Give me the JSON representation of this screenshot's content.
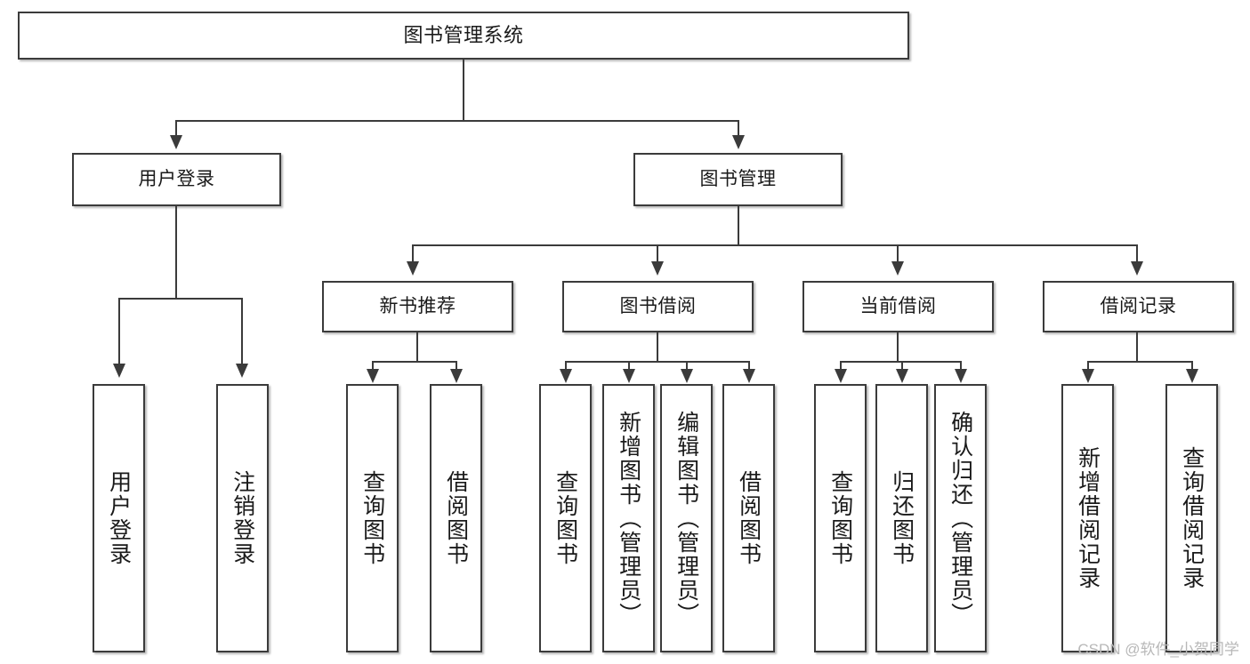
{
  "diagram": {
    "title": "图书管理系统",
    "type": "hierarchy-tree",
    "watermark": "CSDN @软件_小贺同学",
    "colors": {
      "stroke": "#3b3b3b",
      "fill": "#ffffff",
      "text": "#1a1a1a",
      "watermark": "#b8b8b8"
    },
    "nodes": {
      "root": {
        "label": "图书管理系统",
        "level": 1
      },
      "l2": [
        {
          "id": "user-login",
          "label": "用户登录"
        },
        {
          "id": "book-manage",
          "label": "图书管理"
        }
      ],
      "l3": [
        {
          "id": "new-book-rec",
          "label": "新书推荐",
          "parent": "book-manage"
        },
        {
          "id": "book-borrow",
          "label": "图书借阅",
          "parent": "book-manage"
        },
        {
          "id": "current-borrow",
          "label": "当前借阅",
          "parent": "book-manage"
        },
        {
          "id": "borrow-record",
          "label": "借阅记录",
          "parent": "book-manage"
        }
      ],
      "leaves": [
        {
          "id": "leaf-user-login",
          "label": "用户登录",
          "parent": "user-login"
        },
        {
          "id": "leaf-logout",
          "label": "注销登录",
          "parent": "user-login"
        },
        {
          "id": "leaf-query-book-1",
          "label": "查询图书",
          "parent": "new-book-rec"
        },
        {
          "id": "leaf-borrow-book-1",
          "label": "借阅图书",
          "parent": "new-book-rec"
        },
        {
          "id": "leaf-query-book-2",
          "label": "查询图书",
          "parent": "book-borrow"
        },
        {
          "id": "leaf-add-book",
          "label": "新增图书（管理员）",
          "parent": "book-borrow"
        },
        {
          "id": "leaf-edit-book",
          "label": "编辑图书（管理员）",
          "parent": "book-borrow"
        },
        {
          "id": "leaf-borrow-book-2",
          "label": "借阅图书",
          "parent": "book-borrow"
        },
        {
          "id": "leaf-query-book-3",
          "label": "查询图书",
          "parent": "current-borrow"
        },
        {
          "id": "leaf-return-book",
          "label": "归还图书",
          "parent": "current-borrow"
        },
        {
          "id": "leaf-confirm-return",
          "label": "确认归还（管理员）",
          "parent": "current-borrow"
        },
        {
          "id": "leaf-add-record",
          "label": "新增借阅记录",
          "parent": "borrow-record"
        },
        {
          "id": "leaf-query-record",
          "label": "查询借阅记录",
          "parent": "borrow-record"
        }
      ]
    }
  }
}
